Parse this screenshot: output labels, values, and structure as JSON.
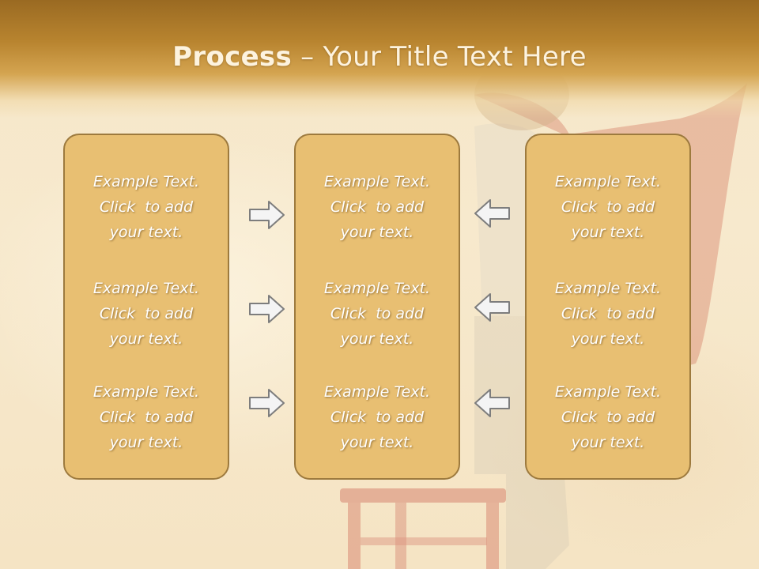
{
  "slide": {
    "title_bold": "Process",
    "title_rest": " – Your Title Text Here"
  },
  "columns": [
    {
      "items": [
        {
          "line1": "Example Text.",
          "line2": "Click  to add",
          "line3": "your text."
        },
        {
          "line1": "Example Text.",
          "line2": "Click  to add",
          "line3": "your text."
        },
        {
          "line1": "Example Text.",
          "line2": "Click  to add",
          "line3": "your text."
        }
      ]
    },
    {
      "items": [
        {
          "line1": "Example Text.",
          "line2": "Click  to add",
          "line3": "your text."
        },
        {
          "line1": "Example Text.",
          "line2": "Click  to add",
          "line3": "your text."
        },
        {
          "line1": "Example Text.",
          "line2": "Click  to add",
          "line3": "your text."
        }
      ]
    },
    {
      "items": [
        {
          "line1": "Example Text.",
          "line2": "Click  to add",
          "line3": "your text."
        },
        {
          "line1": "Example Text.",
          "line2": "Click  to add",
          "line3": "your text."
        },
        {
          "line1": "Example Text.",
          "line2": "Click  to add",
          "line3": "your text."
        }
      ]
    }
  ],
  "arrows": {
    "left_group": "right-arrow-icon",
    "right_group": "left-arrow-icon"
  },
  "colors": {
    "title_band": "#b8842f",
    "box_fill": "#e8bf72",
    "box_border": "#9d7a3e",
    "text": "#ffffff",
    "background": "#f6e7c9"
  }
}
